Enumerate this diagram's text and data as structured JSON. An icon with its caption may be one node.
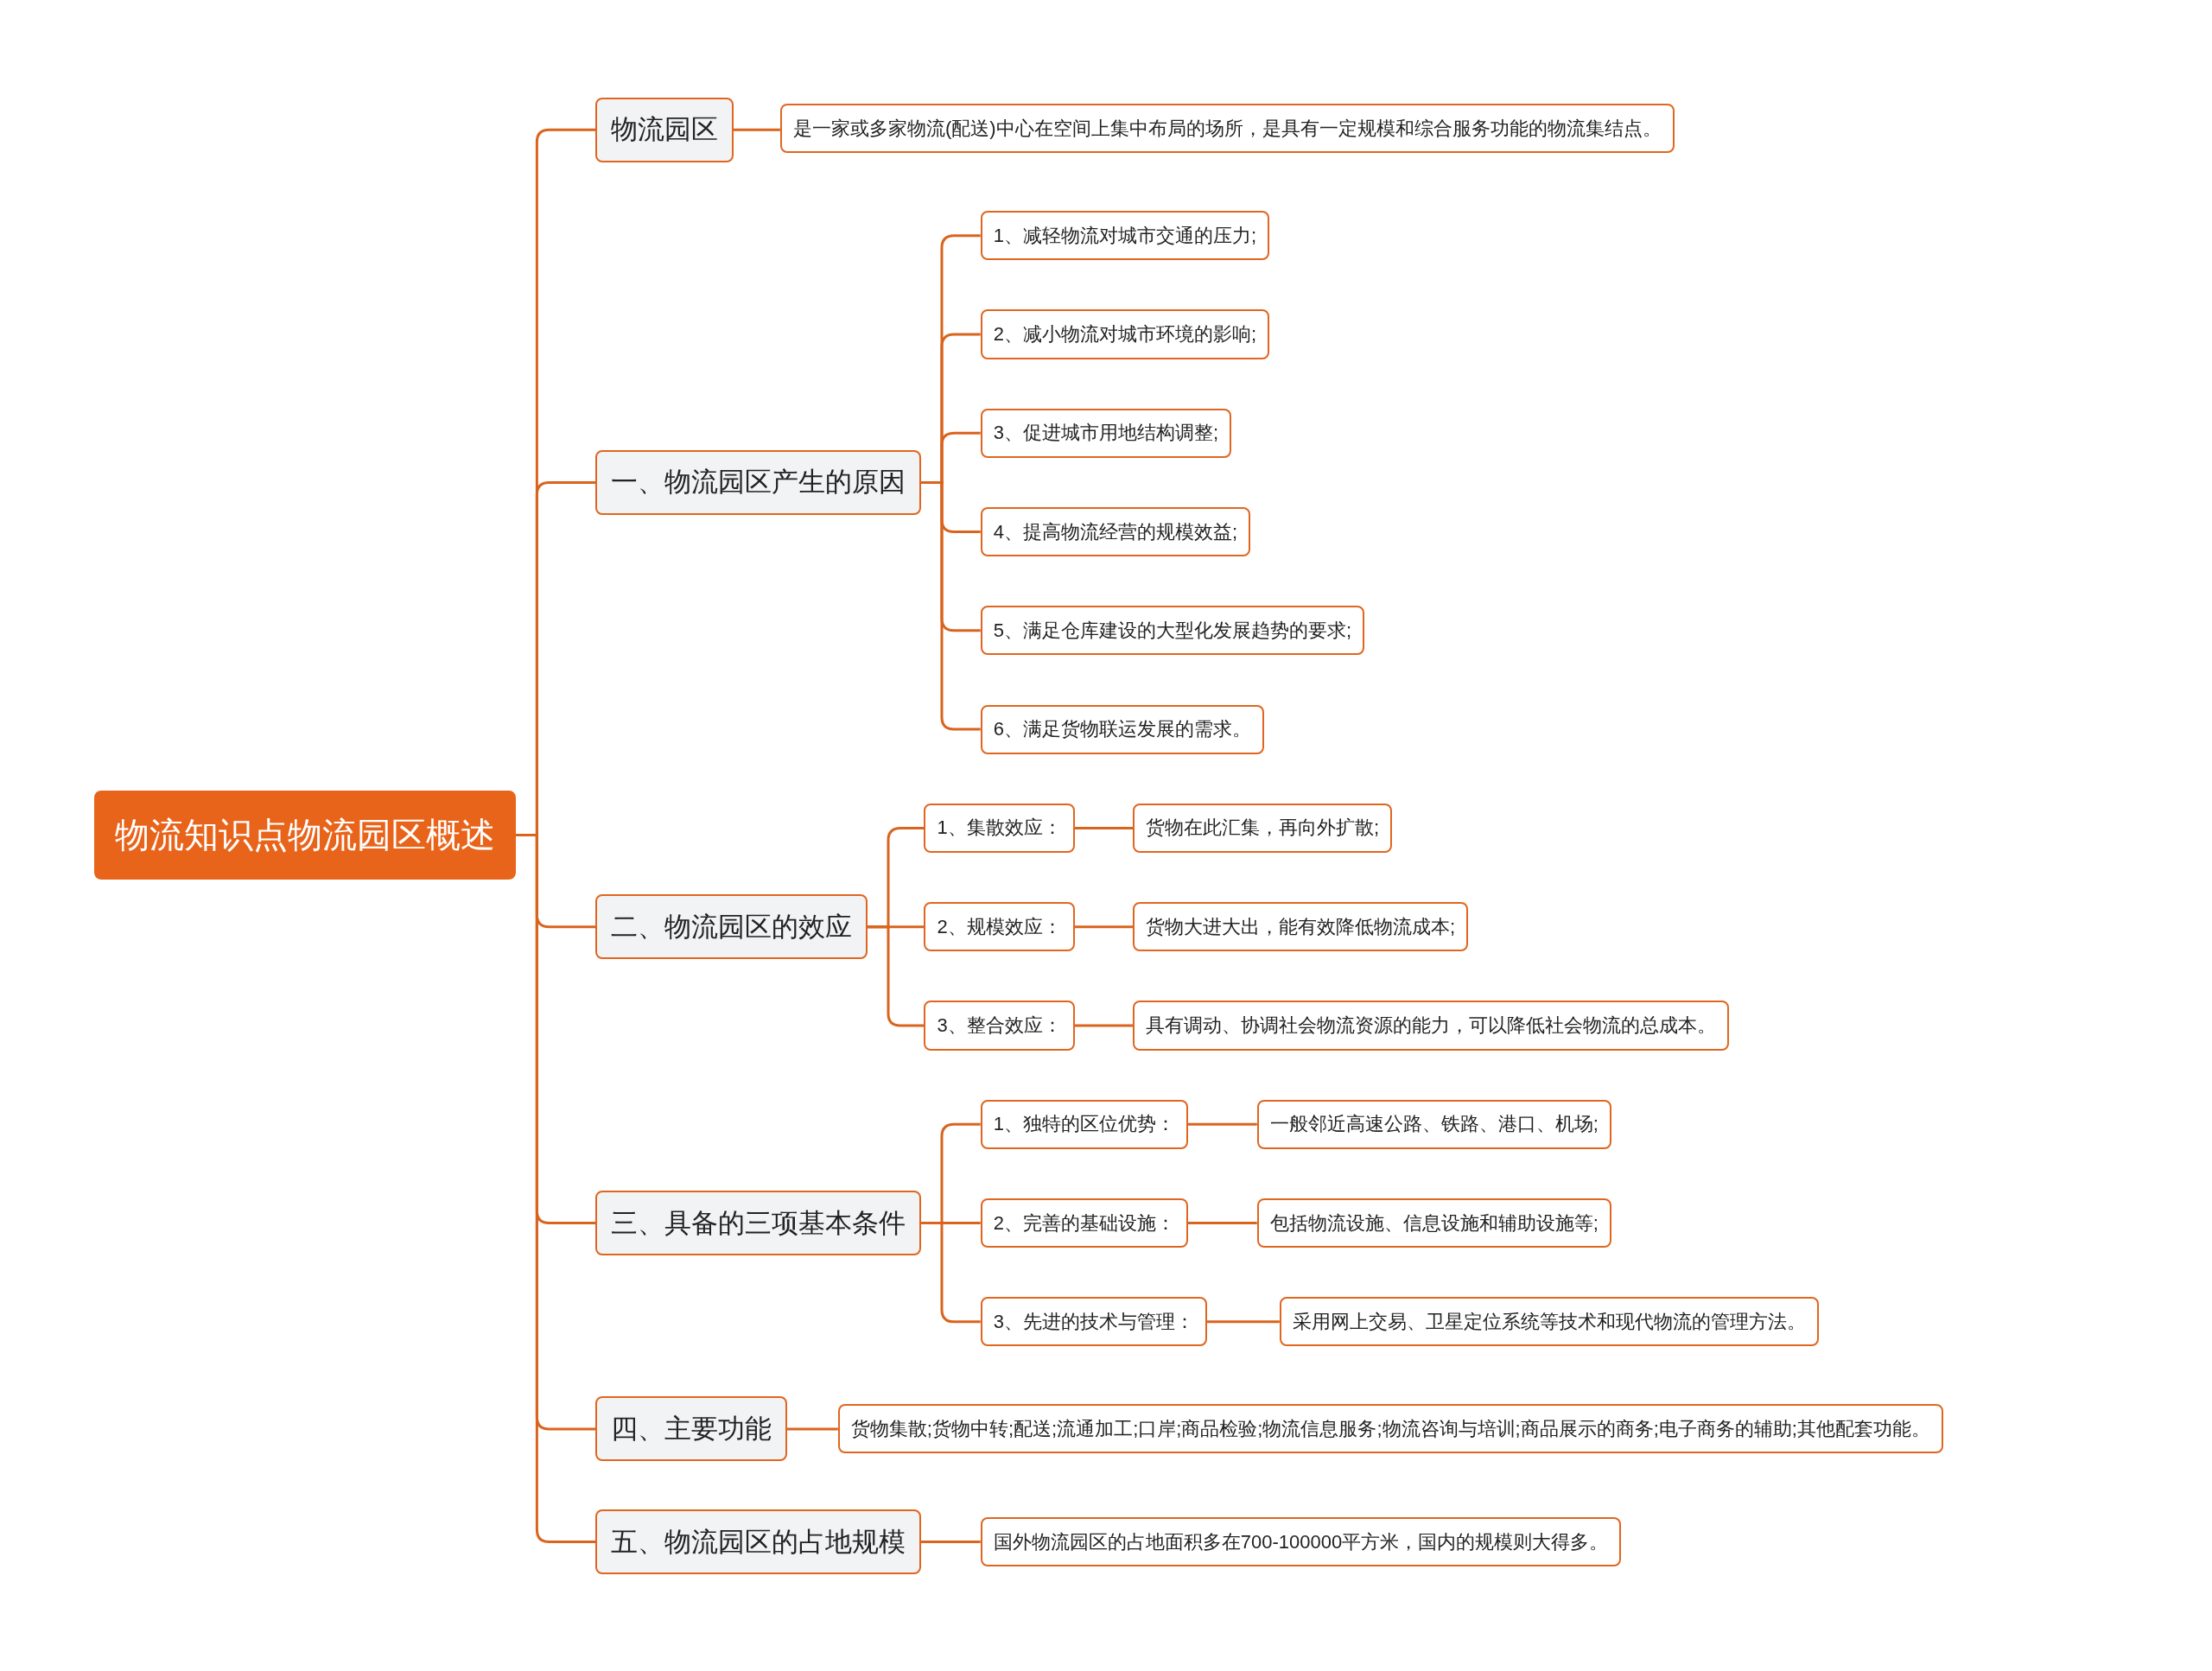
{
  "diagram": {
    "nodes": [
      {
        "text": [
          "物流知识点物流园区概述"
        ]
      },
      {
        "text": [
          "物流园区"
        ]
      },
      {
        "text": [
          "是一家或多家物流(配送)中心在空间上集中布局的场所，是具有一定规模和综合服务功能的物流集结点。"
        ]
      },
      {
        "text": [
          "一、物流园区产生的原因"
        ]
      },
      {
        "text": [
          "1、减轻物流对城市交通的压力;"
        ]
      },
      {
        "text": [
          "2、减小物流对城市环境的影响;"
        ]
      },
      {
        "text": [
          "3、促进城市用地结构调整;"
        ]
      },
      {
        "text": [
          "4、提高物流经营的规模效益;"
        ]
      },
      {
        "text": [
          "5、满足仓库建设的大型化发展趋势的要求;"
        ]
      },
      {
        "text": [
          "6、满足货物联运发展的需求。"
        ]
      },
      {
        "text": [
          "二、物流园区的效应"
        ]
      },
      {
        "text": [
          "1、集散效应："
        ]
      },
      {
        "text": [
          "货物在此汇集，再向外扩散;"
        ]
      },
      {
        "text": [
          "2、规模效应："
        ]
      },
      {
        "text": [
          "货物大进大出，能有效降低物流成本;"
        ]
      },
      {
        "text": [
          "3、整合效应："
        ]
      },
      {
        "text": [
          "具有调动、协调社会物流资源的能力，可以降低社会物流的总成本。"
        ]
      },
      {
        "text": [
          "三、具备的三项基本条件"
        ]
      },
      {
        "text": [
          "1、独特的区位优势："
        ]
      },
      {
        "text": [
          "一般邻近高速公路、铁路、港口、机场;"
        ]
      },
      {
        "text": [
          "2、完善的基础设施："
        ]
      },
      {
        "text": [
          "包括物流设施、信息设施和辅助设施等;"
        ]
      },
      {
        "text": [
          "3、先进的技术与管理："
        ]
      },
      {
        "text": [
          "采用网上交易、卫星定位系统等技术和现代物流的管理方法。"
        ]
      },
      {
        "text": [
          "四、主要功能"
        ]
      },
      {
        "text": [
          "货物集散;货物中转;配送;流通加工;口岸;商品检验;物流信息服务;物流咨询与培训;商品展示的商务;电子商务的辅助;其他配套功能。"
        ]
      },
      {
        "text": [
          "五、物流园区的占地规模"
        ]
      },
      {
        "text": [
          "国外物流园区的占地面积多在700-100000平方米，国内的规模则大得多。"
        ]
      }
    ],
    "edges": [
      {
        "from": 0,
        "to": 1,
        "arrow": "none"
      },
      {
        "from": 0,
        "to": 3,
        "arrow": "none"
      },
      {
        "from": 0,
        "to": 10,
        "arrow": "none"
      },
      {
        "from": 0,
        "to": 17,
        "arrow": "none"
      },
      {
        "from": 0,
        "to": 24,
        "arrow": "none"
      },
      {
        "from": 0,
        "to": 26,
        "arrow": "none"
      },
      {
        "from": 1,
        "to": 2,
        "arrow": "none"
      },
      {
        "from": 3,
        "to": 4,
        "arrow": "none"
      },
      {
        "from": 3,
        "to": 5,
        "arrow": "none"
      },
      {
        "from": 3,
        "to": 6,
        "arrow": "none"
      },
      {
        "from": 3,
        "to": 7,
        "arrow": "none"
      },
      {
        "from": 3,
        "to": 8,
        "arrow": "none"
      },
      {
        "from": 3,
        "to": 9,
        "arrow": "none"
      },
      {
        "from": 10,
        "to": 11,
        "arrow": "none"
      },
      {
        "from": 10,
        "to": 13,
        "arrow": "none"
      },
      {
        "from": 10,
        "to": 15,
        "arrow": "none"
      },
      {
        "from": 11,
        "to": 12,
        "arrow": "none"
      },
      {
        "from": 13,
        "to": 14,
        "arrow": "none"
      },
      {
        "from": 15,
        "to": 16,
        "arrow": "none"
      },
      {
        "from": 17,
        "to": 18,
        "arrow": "none"
      },
      {
        "from": 17,
        "to": 20,
        "arrow": "none"
      },
      {
        "from": 17,
        "to": 22,
        "arrow": "none"
      },
      {
        "from": 18,
        "to": 19,
        "arrow": "none"
      },
      {
        "from": 20,
        "to": 21,
        "arrow": "none"
      },
      {
        "from": 22,
        "to": 23,
        "arrow": "none"
      },
      {
        "from": 24,
        "to": 25,
        "arrow": "none"
      },
      {
        "from": 26,
        "to": 27,
        "arrow": "none"
      }
    ]
  }
}
